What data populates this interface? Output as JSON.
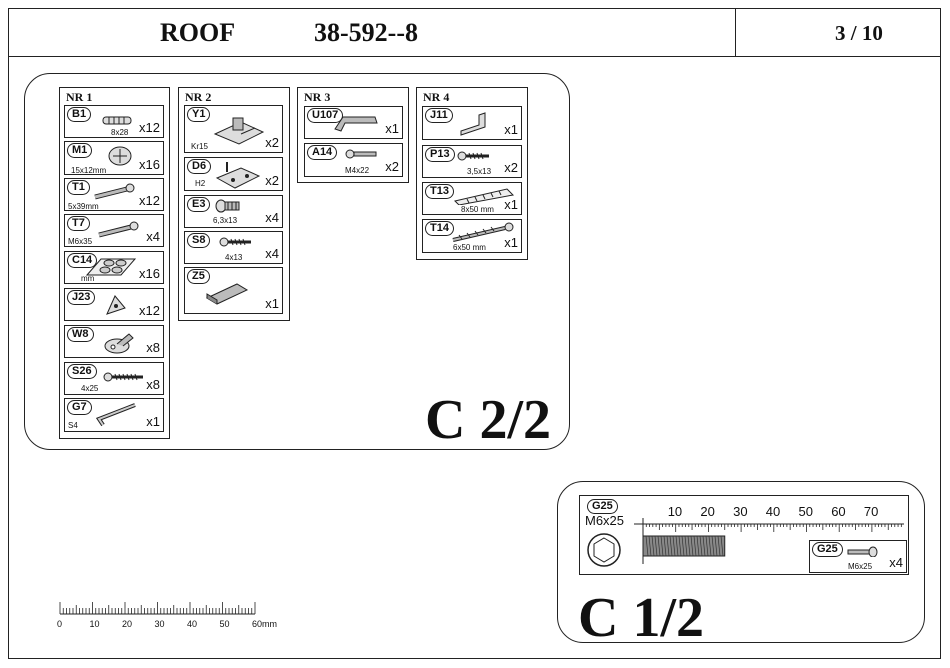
{
  "header": {
    "title": "ROOF",
    "code": "38-592--8",
    "page": "3 / 10"
  },
  "panel_c2": {
    "label": "C 2/2",
    "columns": [
      {
        "title": "NR 1",
        "items": [
          {
            "code": "B1",
            "dim": "8x28",
            "qty": "x12",
            "icon": "dowel-icon"
          },
          {
            "code": "M1",
            "dim": "15x12mm",
            "qty": "x16",
            "icon": "cam-lock-icon"
          },
          {
            "code": "T1",
            "dim": "5x39mm",
            "qty": "x12",
            "icon": "connector-bolt-icon"
          },
          {
            "code": "T7",
            "dim": "M6x35",
            "qty": "x4",
            "icon": "bolt-icon"
          },
          {
            "code": "C14",
            "dim": "mm",
            "qty": "x16",
            "icon": "felt-pads-icon"
          },
          {
            "code": "J23",
            "dim": "",
            "qty": "x12",
            "icon": "corner-bracket-icon"
          },
          {
            "code": "W8",
            "dim": "",
            "qty": "x8",
            "icon": "shelf-support-icon"
          },
          {
            "code": "S26",
            "dim": "4x25",
            "qty": "x8",
            "icon": "screw-icon"
          },
          {
            "code": "G7",
            "dim": "S4",
            "qty": "x1",
            "icon": "allen-key-icon"
          }
        ]
      },
      {
        "title": "NR 2",
        "items": [
          {
            "code": "Y1",
            "dim": "Kr15",
            "qty": "x2",
            "icon": "hinge-icon"
          },
          {
            "code": "D6",
            "dim": "H2",
            "qty": "x2",
            "icon": "hinge-plate-icon"
          },
          {
            "code": "E3",
            "dim": "6,3x13",
            "qty": "x4",
            "icon": "euro-screw-icon"
          },
          {
            "code": "S8",
            "dim": "4x13",
            "qty": "x4",
            "icon": "screw-icon"
          },
          {
            "code": "Z5",
            "dim": "",
            "qty": "x1",
            "icon": "latch-icon"
          }
        ]
      },
      {
        "title": "NR 3",
        "items": [
          {
            "code": "U107",
            "dim": "",
            "qty": "x1",
            "icon": "handle-icon"
          },
          {
            "code": "A14",
            "dim": "M4x22",
            "qty": "x2",
            "icon": "machine-screw-icon"
          }
        ]
      },
      {
        "title": "NR 4",
        "items": [
          {
            "code": "J11",
            "dim": "",
            "qty": "x1",
            "icon": "angle-bracket-icon"
          },
          {
            "code": "P13",
            "dim": "3,5x13",
            "qty": "x2",
            "icon": "screw-icon"
          },
          {
            "code": "T13",
            "dim": "8x50 mm",
            "qty": "x1",
            "icon": "wall-plug-icon"
          },
          {
            "code": "T14",
            "dim": "6x50 mm",
            "qty": "x1",
            "icon": "long-screw-icon"
          }
        ]
      }
    ]
  },
  "ruler": {
    "ticks": [
      "0",
      "10",
      "20",
      "30",
      "40",
      "50",
      "60mm"
    ]
  },
  "panel_c1": {
    "label": "C 1/2",
    "gauge": {
      "code": "G25",
      "size": "M6x25",
      "scale": [
        "10",
        "20",
        "30",
        "40",
        "50",
        "60",
        "70"
      ],
      "item": {
        "code": "G25",
        "dim": "M6x25",
        "qty": "x4",
        "icon": "hex-bolt-icon"
      }
    }
  }
}
